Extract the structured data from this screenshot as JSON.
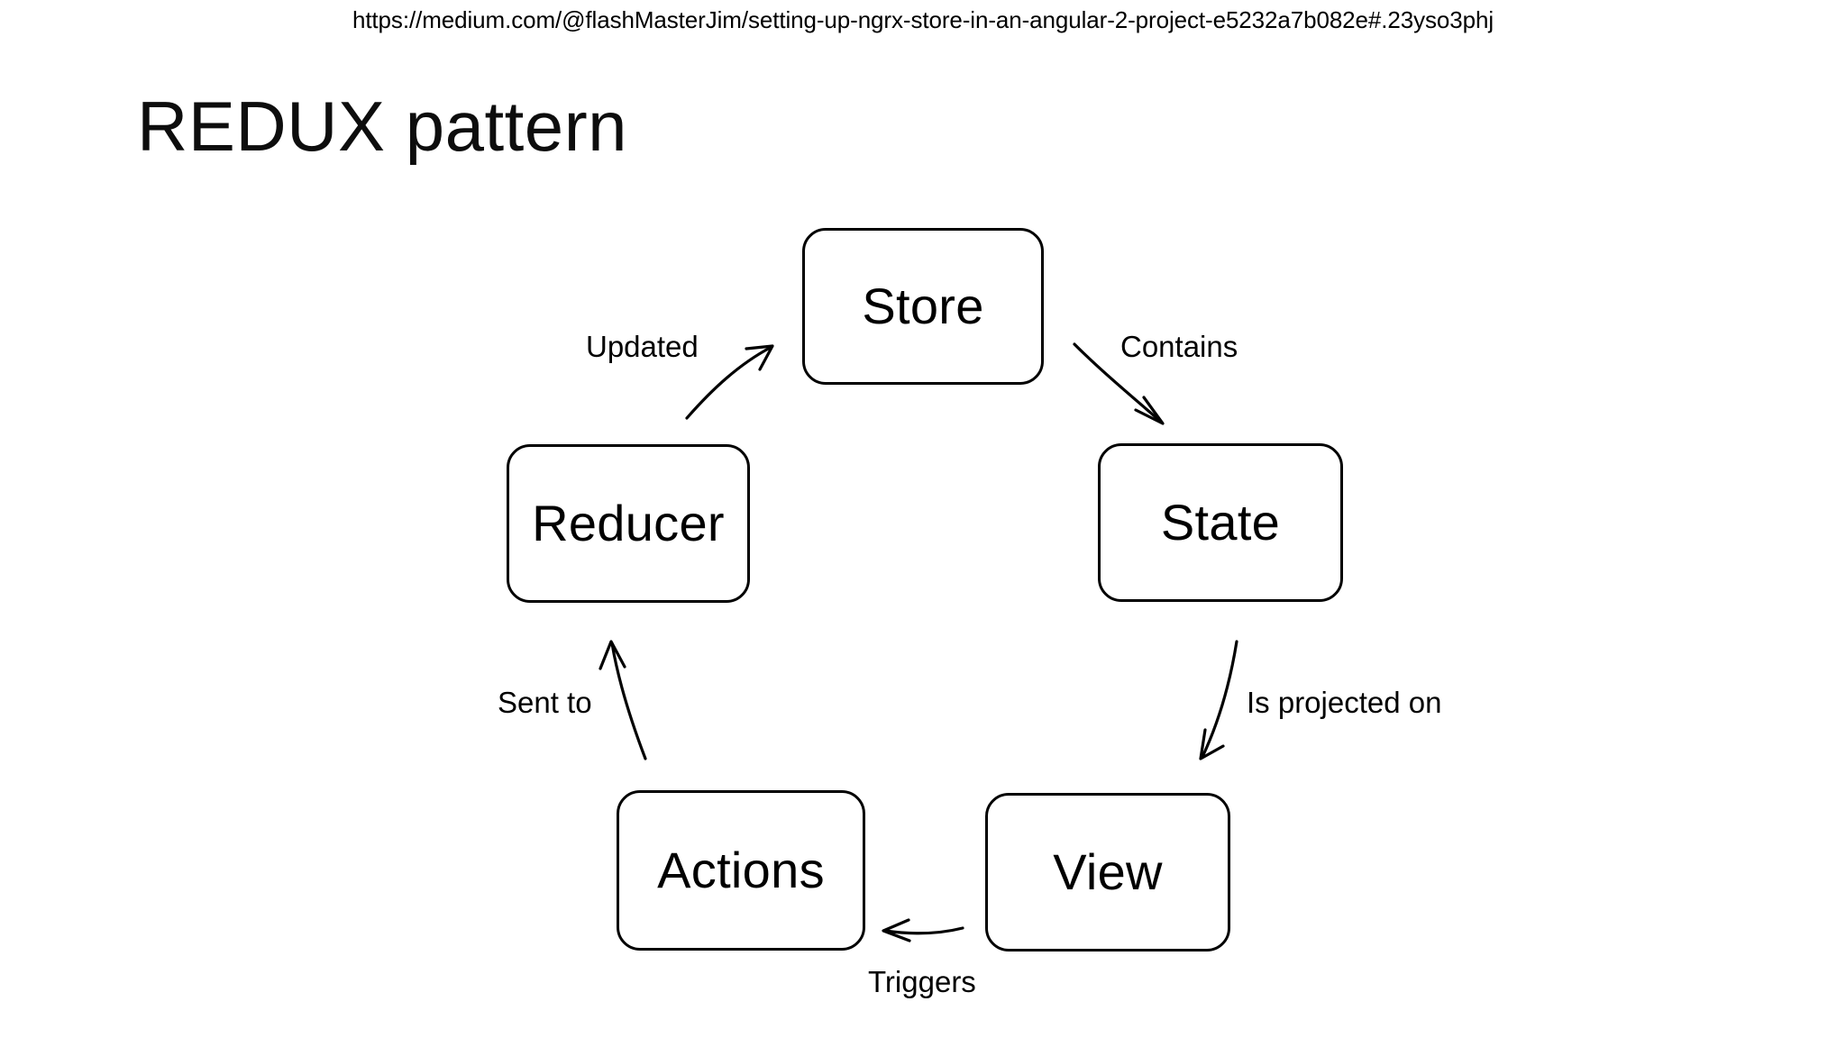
{
  "slide": {
    "source_url": "https://medium.com/@flashMasterJim/setting-up-ngrx-store-in-an-angular-2-project-e5232a7b082e#.23yso3phj",
    "title": "REDUX pattern",
    "background_color": "#ffffff",
    "ink_color": "#000000"
  },
  "diagram": {
    "type": "cycle-flow",
    "nodes": [
      {
        "id": "store",
        "label": "Store"
      },
      {
        "id": "state",
        "label": "State"
      },
      {
        "id": "view",
        "label": "View"
      },
      {
        "id": "actions",
        "label": "Actions"
      },
      {
        "id": "reducer",
        "label": "Reducer"
      }
    ],
    "edges": [
      {
        "id": "store-to-state",
        "from": "Store",
        "to": "State",
        "label": "Contains"
      },
      {
        "id": "state-to-view",
        "from": "State",
        "to": "View",
        "label": "Is projected on"
      },
      {
        "id": "view-to-actions",
        "from": "View",
        "to": "Actions",
        "label": "Triggers"
      },
      {
        "id": "actions-to-reducer",
        "from": "Actions",
        "to": "Reducer",
        "label": "Sent to"
      },
      {
        "id": "reducer-to-store",
        "from": "Reducer",
        "to": "Store",
        "label": "Updated"
      }
    ]
  }
}
